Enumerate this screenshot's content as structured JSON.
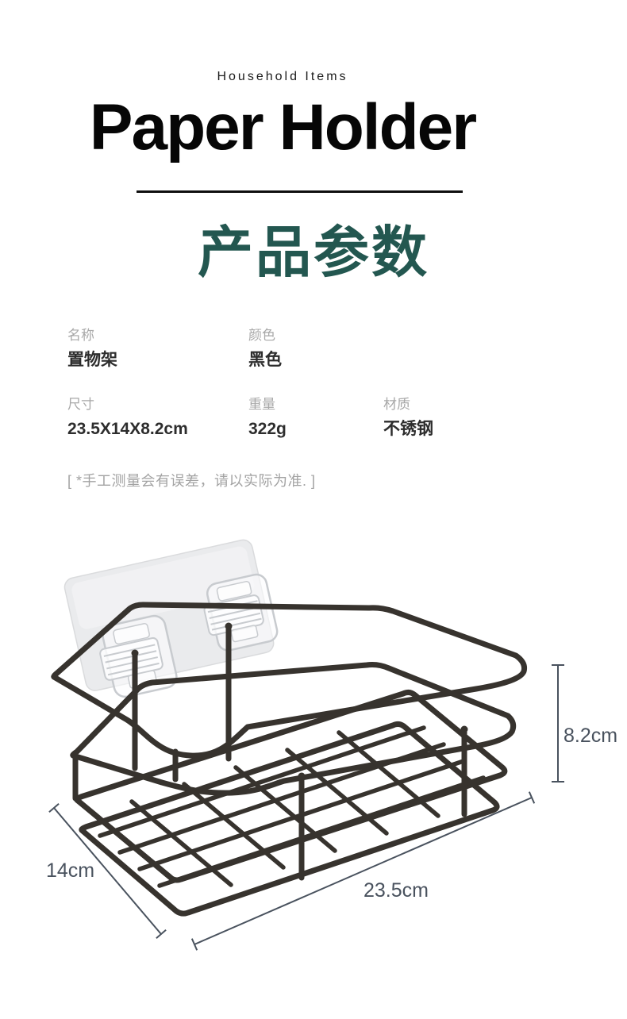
{
  "header": {
    "category": "Household Items",
    "title": "Paper Holder"
  },
  "params_section": {
    "title": "产品参数",
    "accent_color": "#235750"
  },
  "specs": {
    "rows": [
      {
        "cells": [
          {
            "label": "名称",
            "value": "置物架"
          },
          {
            "label": "颜色",
            "value": "黑色"
          }
        ]
      },
      {
        "cells": [
          {
            "label": "尺寸",
            "value": "23.5X14X8.2cm"
          },
          {
            "label": "重量",
            "value": "322g"
          },
          {
            "label": "材质",
            "value": "不锈钢"
          }
        ]
      }
    ]
  },
  "note": {
    "text": "[ *手工测量会有误差，请以实际为准. ]"
  },
  "product": {
    "name": "置物架",
    "dims": {
      "height": "8.2cm",
      "depth": "14cm",
      "width": "23.5cm"
    },
    "colors": {
      "wire": "#37332e",
      "dimension": "#49525e",
      "pad": "#eaebed"
    }
  }
}
